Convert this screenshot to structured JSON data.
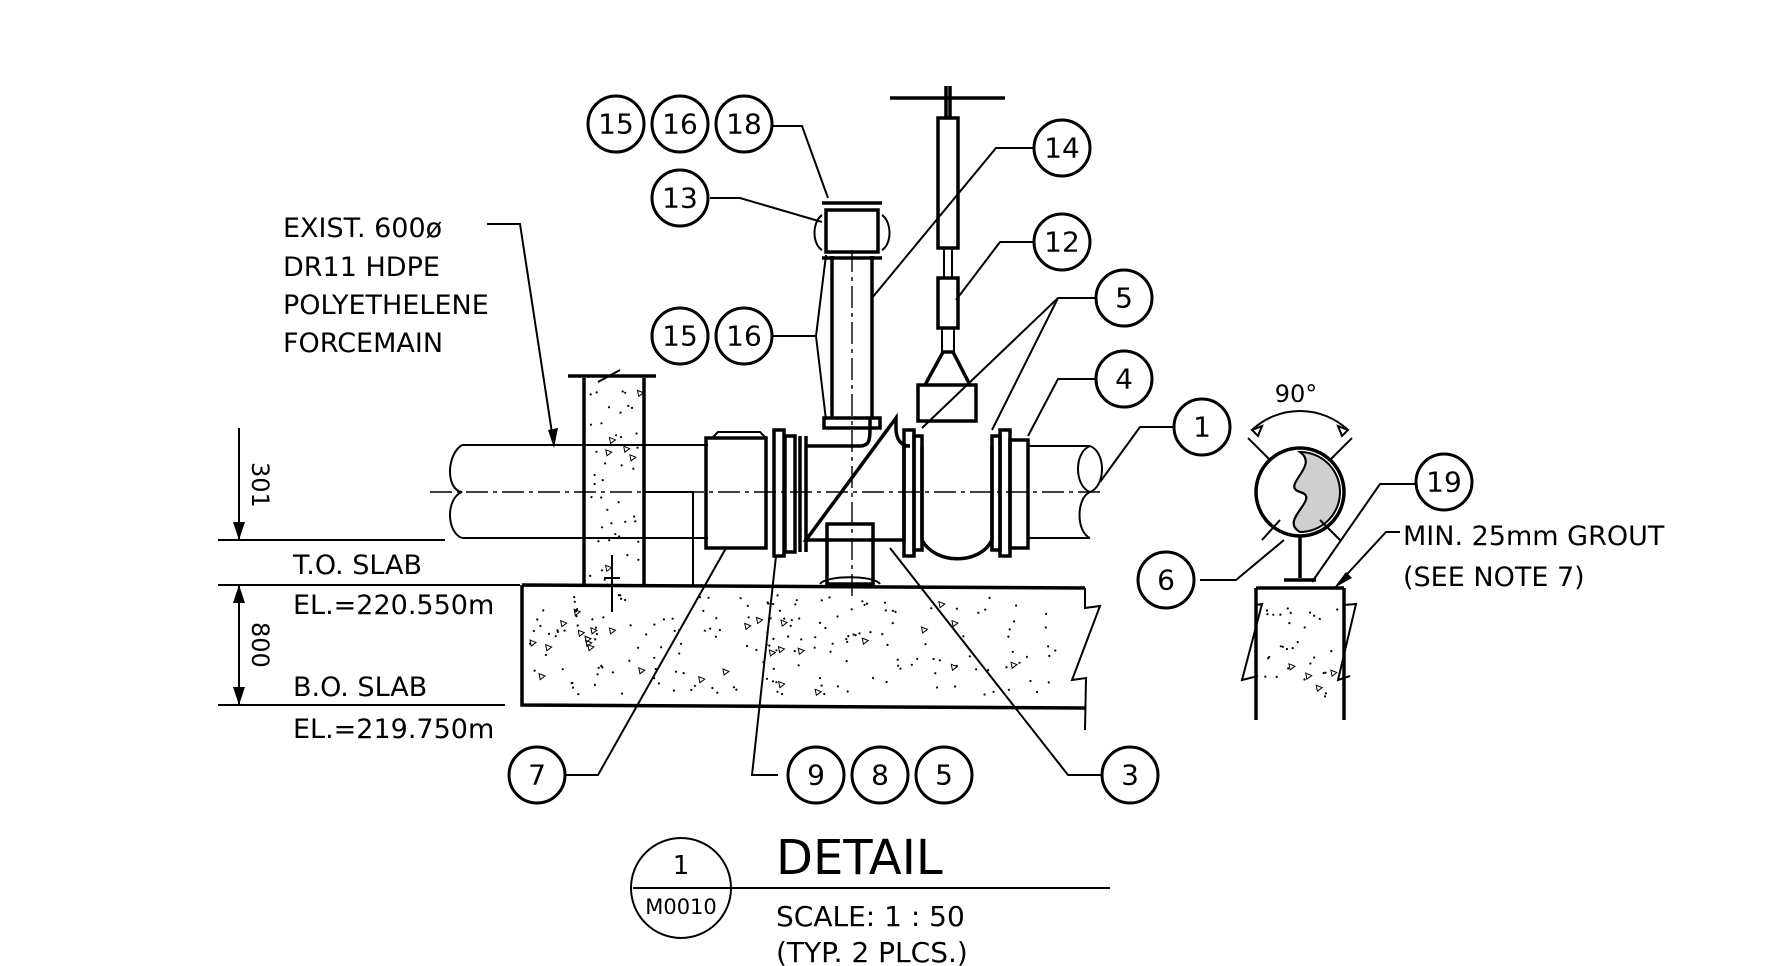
{
  "drawing": {
    "pipe_note": [
      "EXIST. 600ø",
      "DR11 HDPE",
      "POLYETHELENE",
      "FORCEMAIN"
    ],
    "top_slab_label": "T.O. SLAB",
    "top_slab_elev": "EL.=220.550m",
    "bottom_slab_label": "B.O. SLAB",
    "bottom_slab_elev": "EL.=219.750m",
    "dim_upper": "301",
    "dim_slab": "800",
    "angle_label": "90°",
    "grout_note": [
      "MIN. 25mm GROUT",
      "(SEE NOTE 7)"
    ],
    "callouts": {
      "c15a": "15",
      "c16a": "16",
      "c18": "18",
      "c13": "13",
      "c14": "14",
      "c12": "12",
      "c5a": "5",
      "c4": "4",
      "c1": "1",
      "c15b": "15",
      "c16b": "16",
      "c19": "19",
      "c6": "6",
      "c7": "7",
      "c9": "9",
      "c8": "8",
      "c5b": "5",
      "c3": "3"
    }
  },
  "title_block": {
    "detail_number": "1",
    "sheet_ref": "M0010",
    "title": "DETAIL",
    "scale": "SCALE: 1 : 50",
    "note": "(TYP. 2 PLCS.)"
  }
}
